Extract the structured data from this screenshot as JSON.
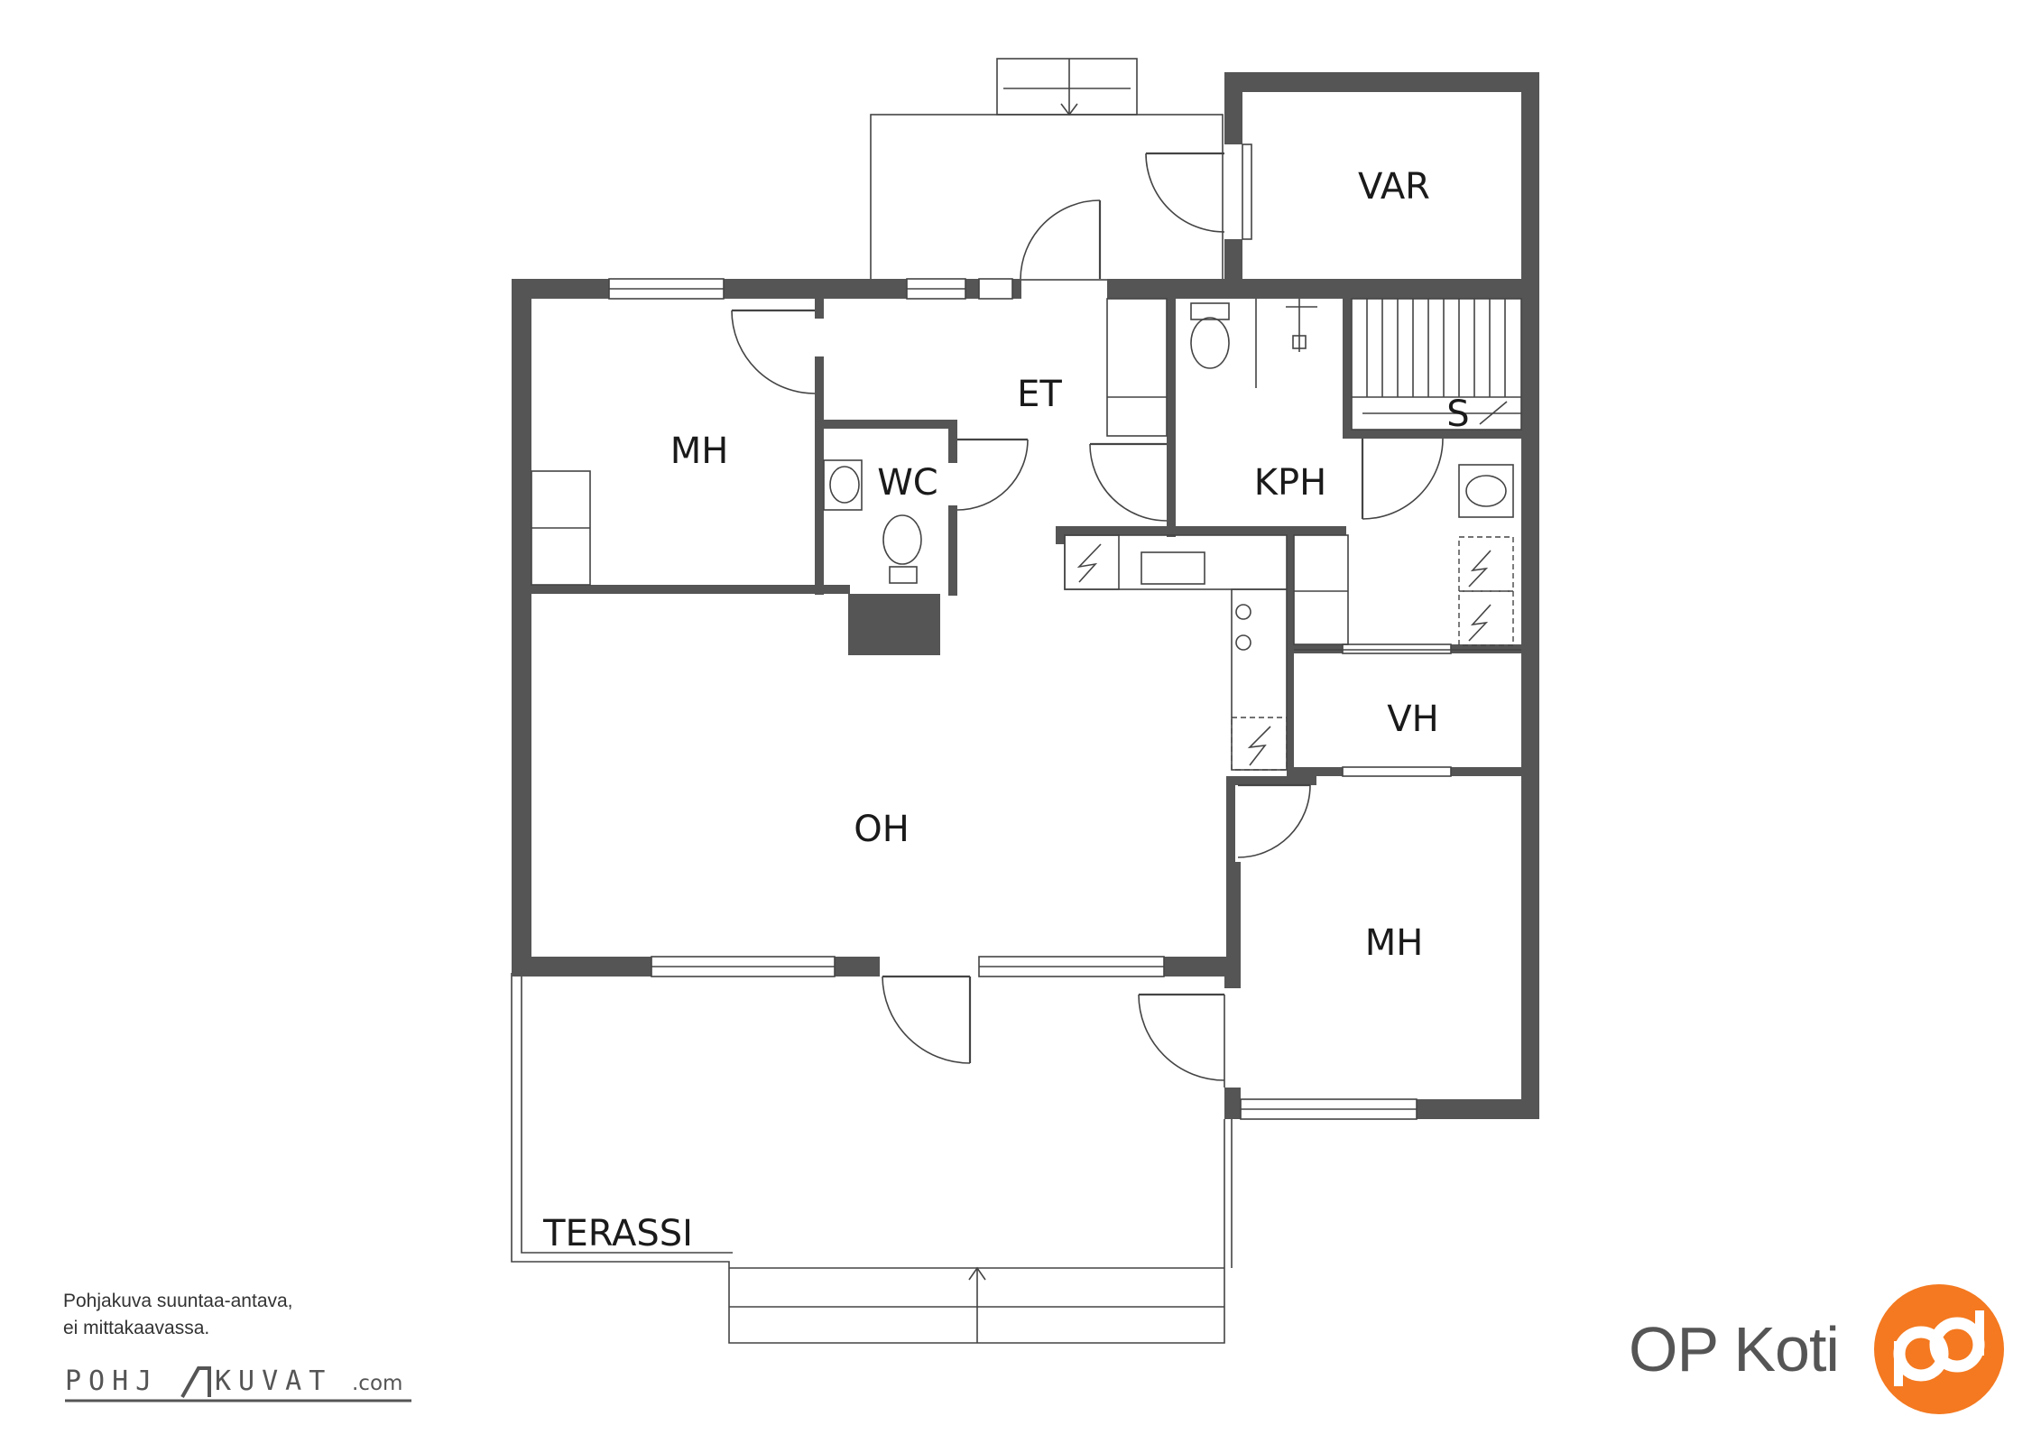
{
  "rooms": {
    "var": "VAR",
    "et": "ET",
    "mh_top": "MH",
    "wc": "WC",
    "kph": "KPH",
    "s": "S",
    "oh": "OH",
    "vh": "VH",
    "mh_bottom": "MH",
    "terassi": "TERASSI"
  },
  "disclaimer": {
    "line1": "Pohjakuva suuntaa-antava,",
    "line2": "ei mittakaavassa."
  },
  "pohjakuvat": {
    "left": "POHJ",
    "right": "KUVAT",
    "suffix": ".com"
  },
  "brand": {
    "name": "OP Koti",
    "logo_color": "#f47920"
  }
}
